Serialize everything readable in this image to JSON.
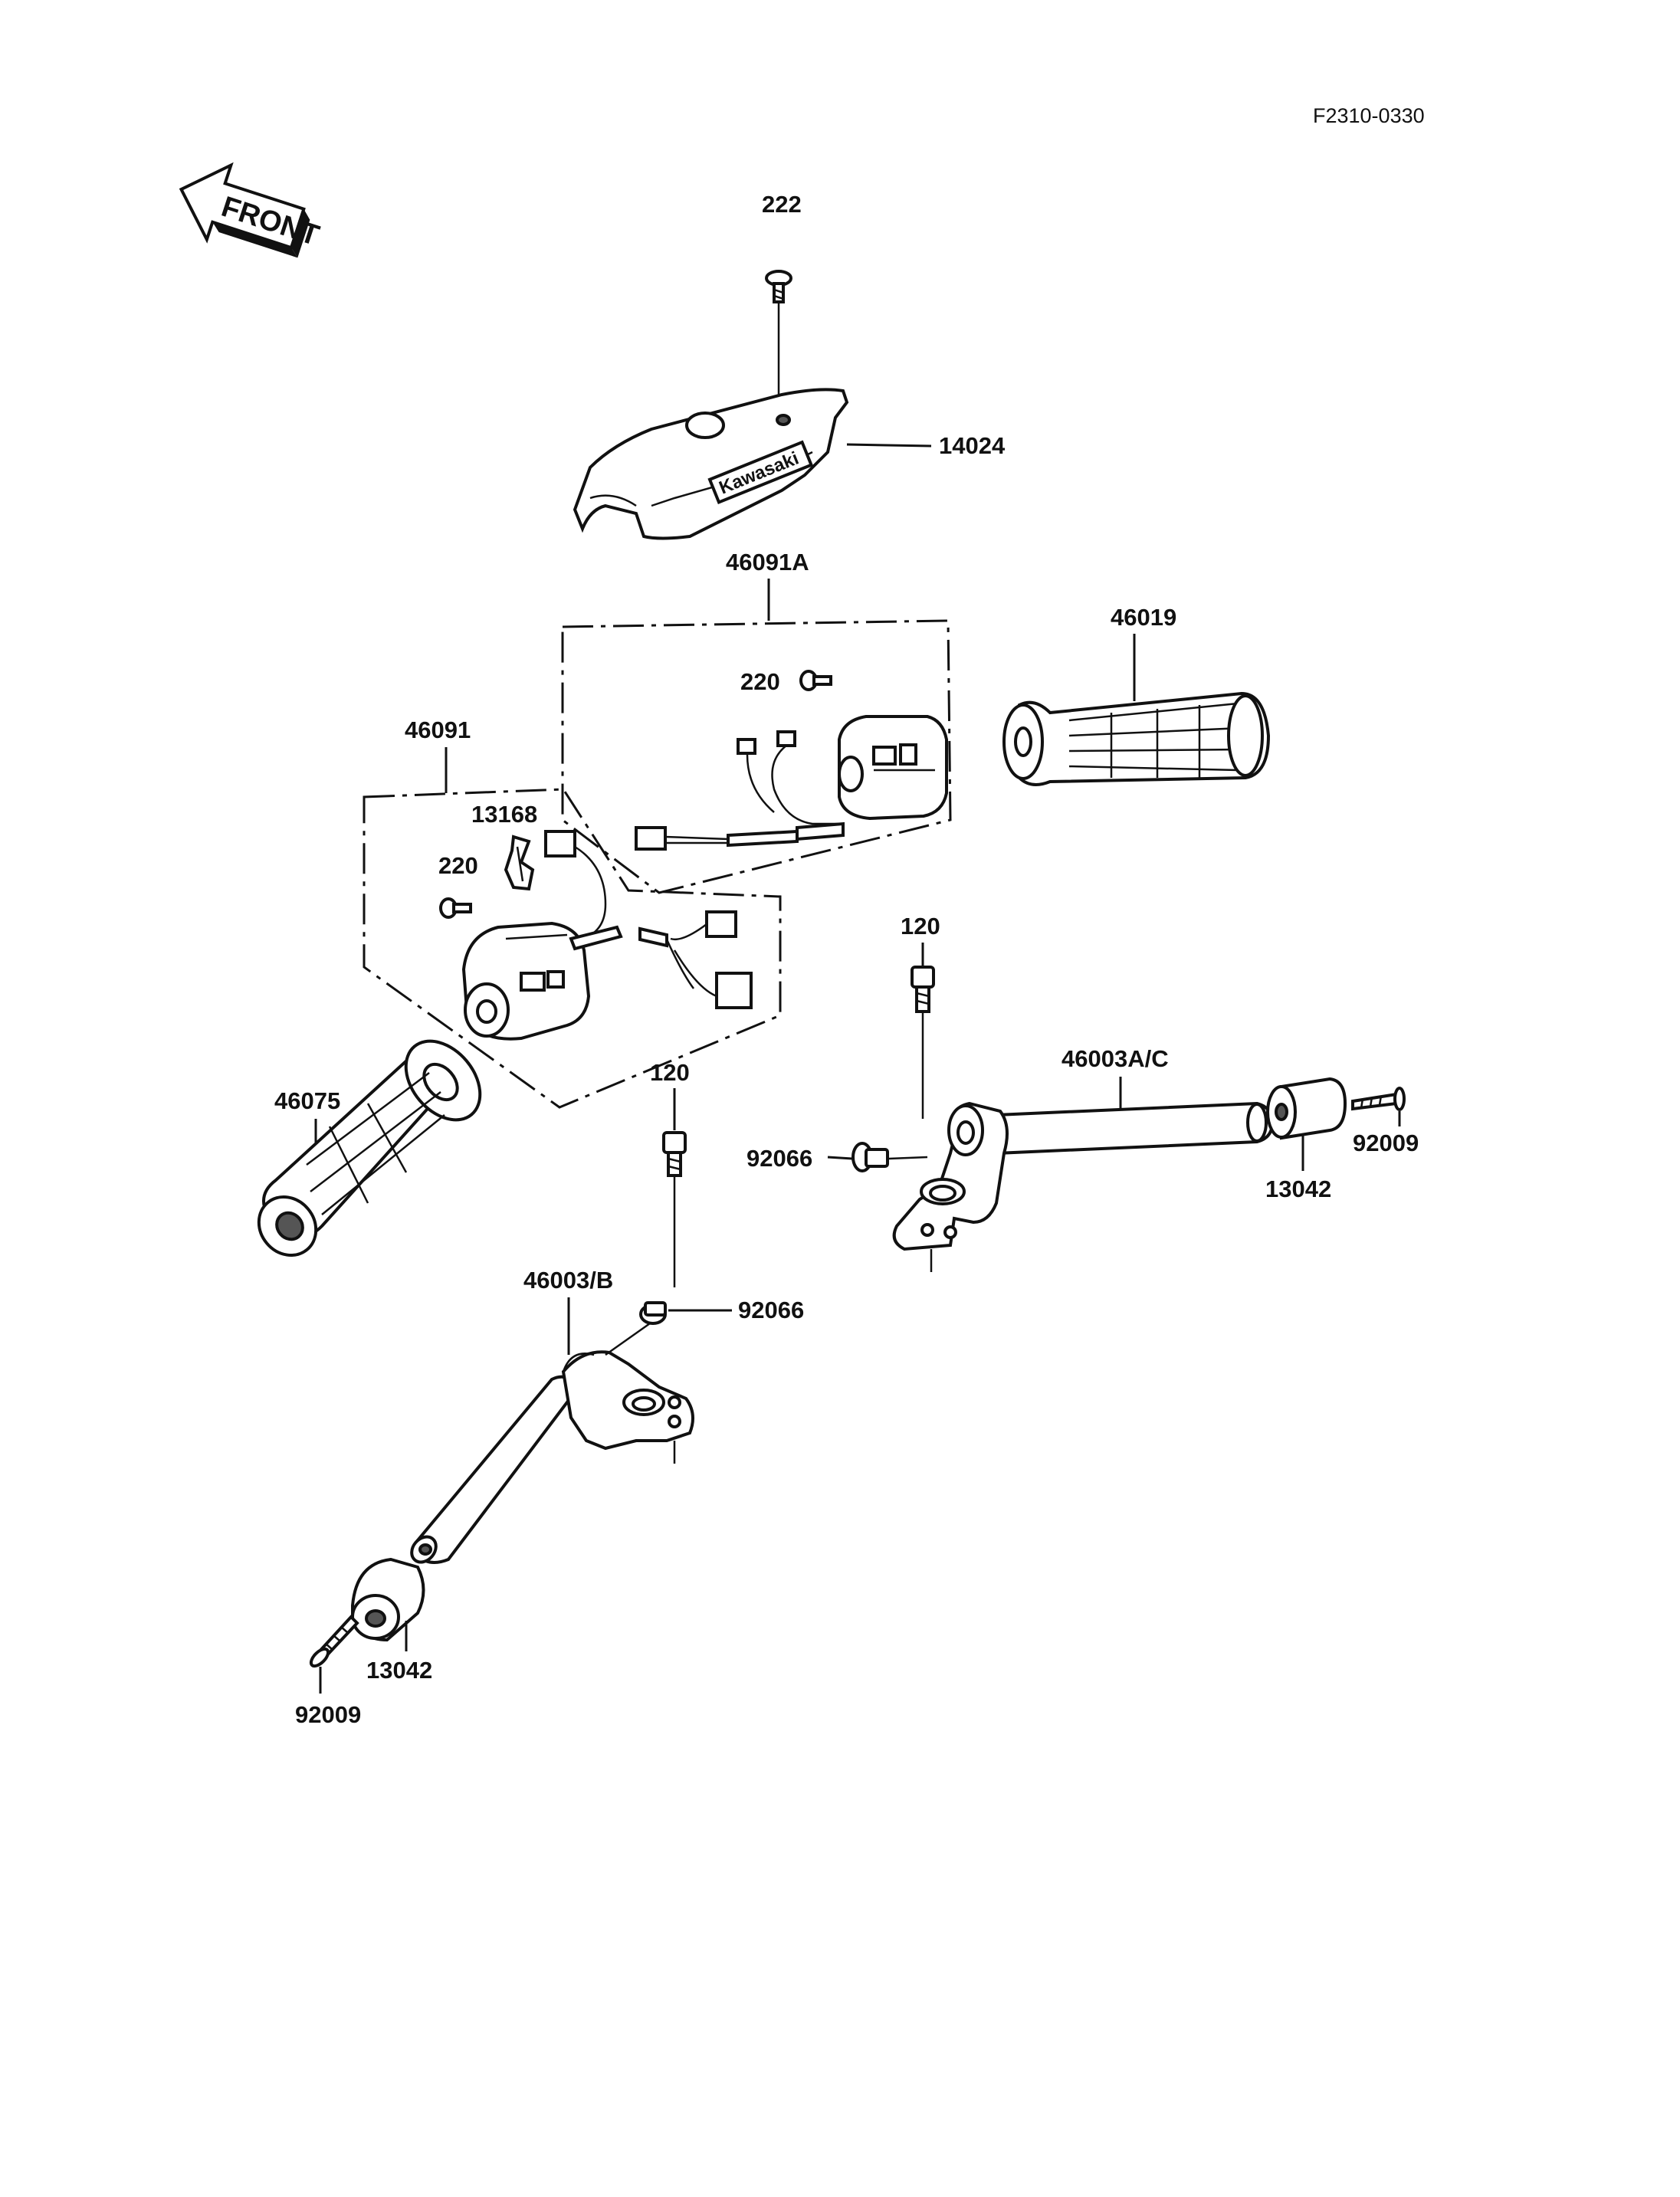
{
  "diagram_code": "F2310-0330",
  "direction_badge": "FRONT",
  "brand_logo": "Kawasaki",
  "callouts": {
    "screw_222": "222",
    "cover_14024": "14024",
    "switch_46091A": "46091A",
    "screw_220_right": "220",
    "grip_46019": "46019",
    "switch_46091": "46091",
    "bracket_13168": "13168",
    "screw_220_left": "220",
    "bolt_120_right": "120",
    "handlebar_46003AC": "46003A/C",
    "grip_46075": "46075",
    "bolt_120_left": "120",
    "plug_92066_right": "92066",
    "end_weight_13042_right": "13042",
    "screw_92009_right": "92009",
    "handlebar_46003B": "46003/B",
    "plug_92066_left": "92066",
    "end_weight_13042_left": "13042",
    "screw_92009_left": "92009"
  }
}
